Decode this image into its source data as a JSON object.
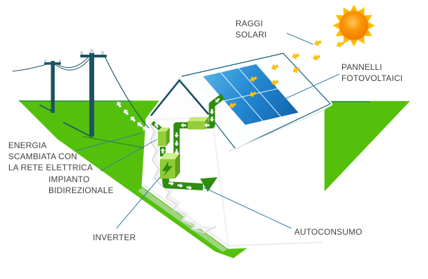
{
  "labels": {
    "raggi": {
      "line1": "RAGGI",
      "line2": "SOLARI"
    },
    "pannelli": {
      "line1": "PANNELLI",
      "line2": "FOTOVOLTAICI"
    },
    "energia": {
      "line1": "ENERGIA",
      "line2": "SCAMBIATA CON",
      "line3": "LA RETE ELETTRICA"
    },
    "impianto": {
      "line1": "IMPIANTO",
      "line2": "BIDIREZIONALE"
    },
    "inverter": {
      "line1": "INVERTER"
    },
    "autoconsumo": {
      "line1": "AUTOCONSUMO"
    }
  },
  "colors": {
    "ground-green": "#55c00c",
    "flow-green": "#2e8c0e",
    "box-green": "#94ce3a",
    "box-green-top": "#c6e97e",
    "box-green-side": "#67a81e",
    "roof-navy": "#134a5f",
    "pole-teal": "#1d5363",
    "panel-blue": "#2389d3",
    "sun-orange": "#f68300",
    "ray-yellow": "#ffc408",
    "leader-teal": "#2f7ea0",
    "text-gray": "#3f3f3f"
  }
}
